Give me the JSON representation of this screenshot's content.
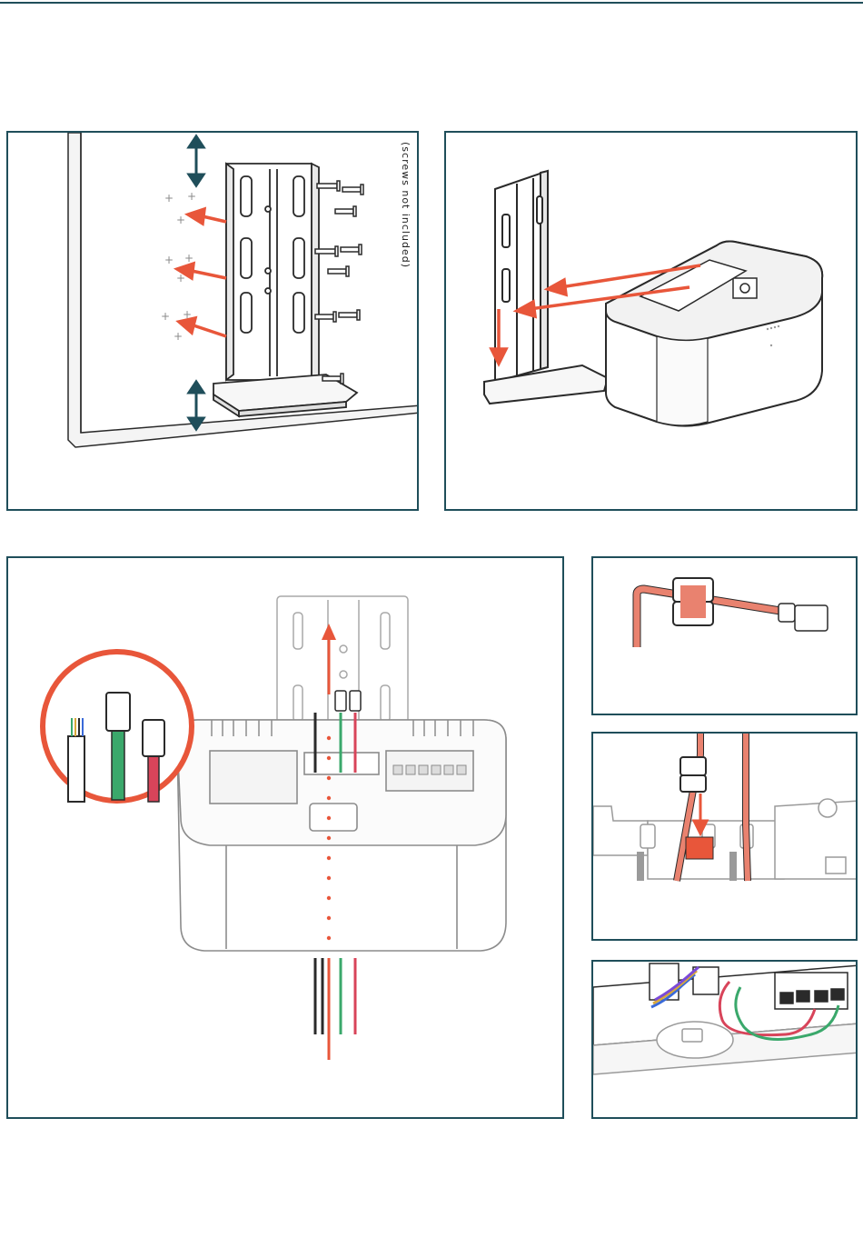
{
  "note_text": "(screws not included)",
  "colors": {
    "frame": "#1f4e5a",
    "accent_arrow": "#e8563a",
    "dimension_arrow": "#1f4e5a",
    "cable_green": "#3aa86b",
    "cable_red": "#d8445a",
    "cable_salmon": "#e9826f",
    "line_art": "#2a2a2a",
    "light_line_art": "#9a9a9a"
  },
  "panels": [
    {
      "id": "wall-mount",
      "shows": "bracket-screwed-to-wall"
    },
    {
      "id": "attach-unit",
      "shows": "unit-slid-onto-bracket"
    },
    {
      "id": "cable-routing",
      "shows": "cables-routed-through-base"
    },
    {
      "id": "ferrite-clip",
      "shows": "ferrite-on-ethernet-cable"
    },
    {
      "id": "ferrite-placement",
      "shows": "ferrite-seated-in-slot"
    },
    {
      "id": "connections",
      "shows": "wires-connected-to-terminals"
    }
  ]
}
